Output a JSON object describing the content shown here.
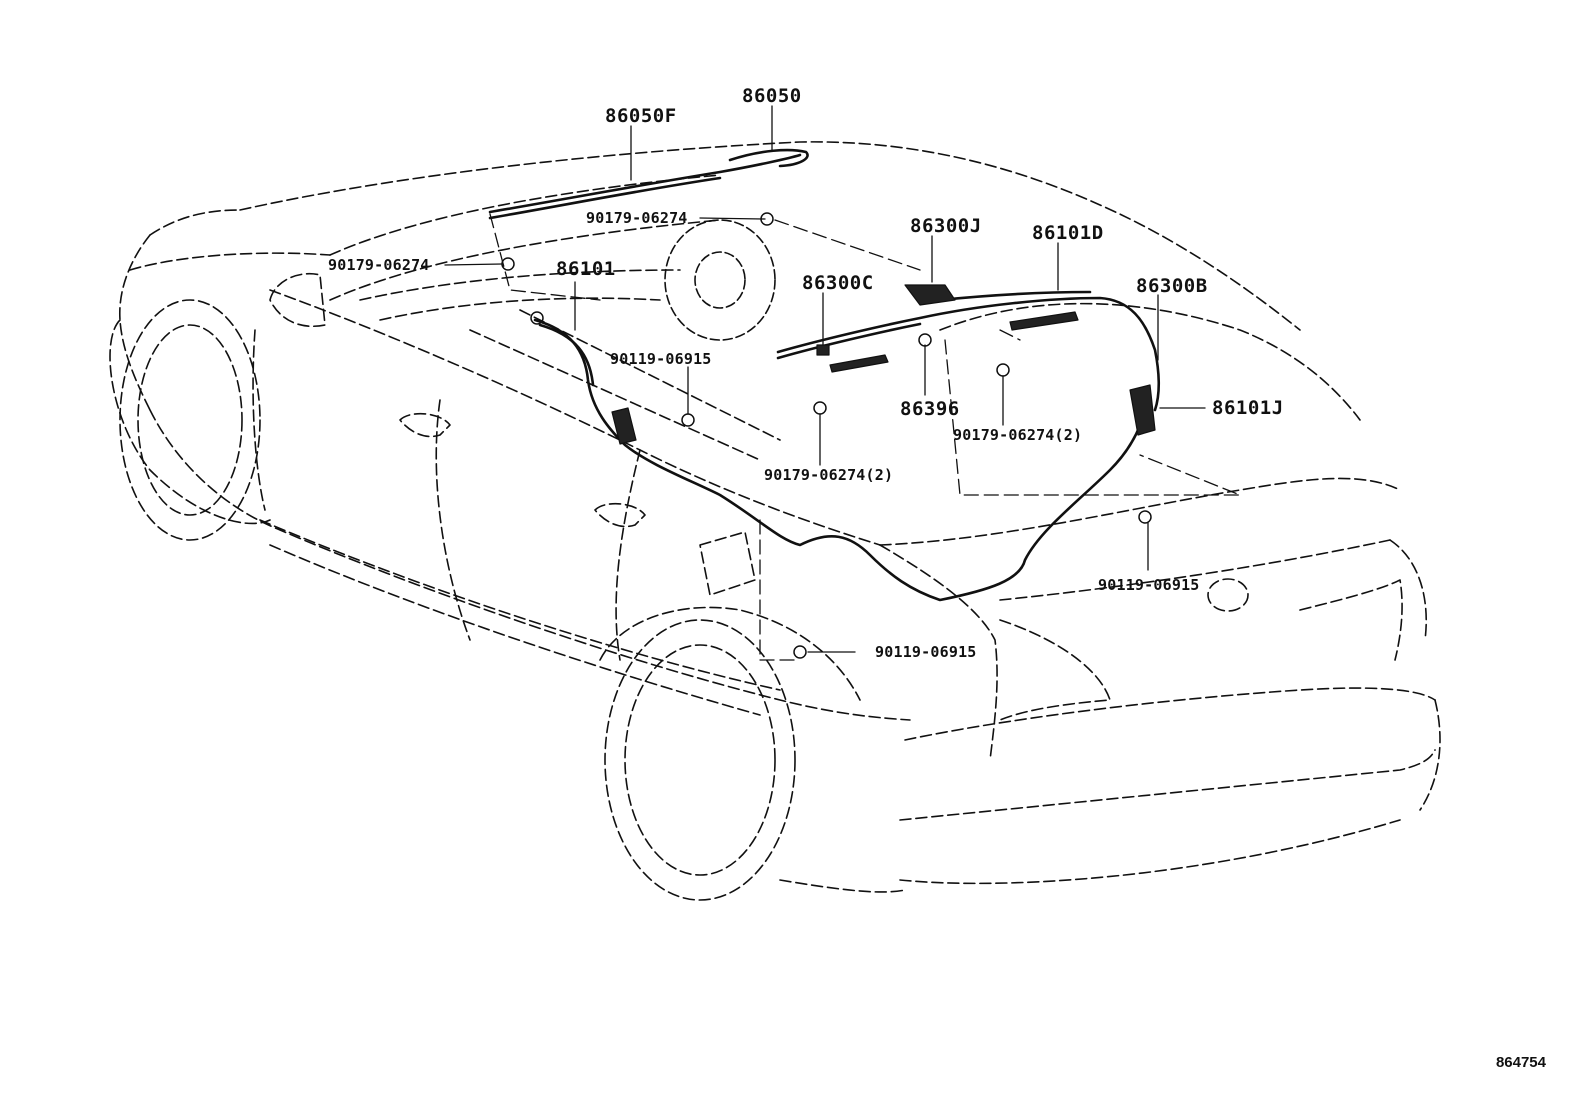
{
  "callouts": {
    "p86050F": "86050F",
    "p86050": "86050",
    "p90179_top": "90179-06274",
    "p90179_left": "90179-06274",
    "p86101": "86101",
    "p86300J": "86300J",
    "p86101D": "86101D",
    "p86300C": "86300C",
    "p86300B": "86300B",
    "p90119_mid": "90119-06915",
    "p86396": "86396",
    "p86101J": "86101J",
    "p90179_2a": "90179-06274(2)",
    "p90179_2b": "90179-06274(2)",
    "p90119_right": "90119-06915",
    "p90119_bottom": "90119-06915"
  },
  "figure_code": "864754"
}
